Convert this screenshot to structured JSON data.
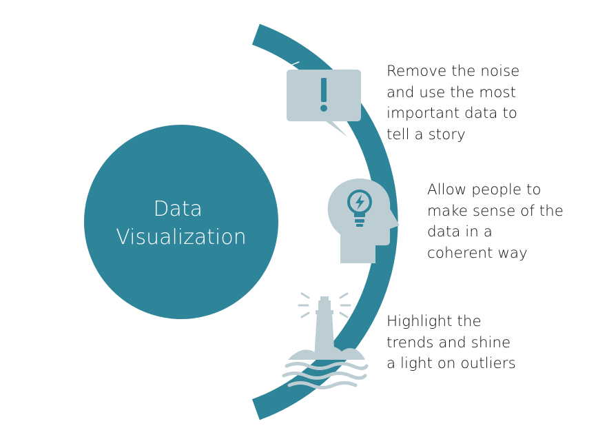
{
  "center": {
    "title_lines": [
      "Data",
      "Visualization"
    ]
  },
  "points": [
    {
      "icon": "speech-bubble-exclamation-icon",
      "lines": [
        "Remove the noise",
        "and use the most",
        "important data to",
        "tell a story"
      ]
    },
    {
      "icon": "head-lightbulb-icon",
      "lines": [
        "Allow people to",
        "make sense of the",
        "data in a",
        "coherent way"
      ]
    },
    {
      "icon": "lighthouse-icon",
      "lines": [
        "Highlight the",
        "trends and shine",
        "a light on outliers"
      ]
    }
  ],
  "colors": {
    "primary": "#2e8498",
    "icon_fill": "#bccdd4",
    "text": "#111111",
    "background": "#ffffff"
  }
}
